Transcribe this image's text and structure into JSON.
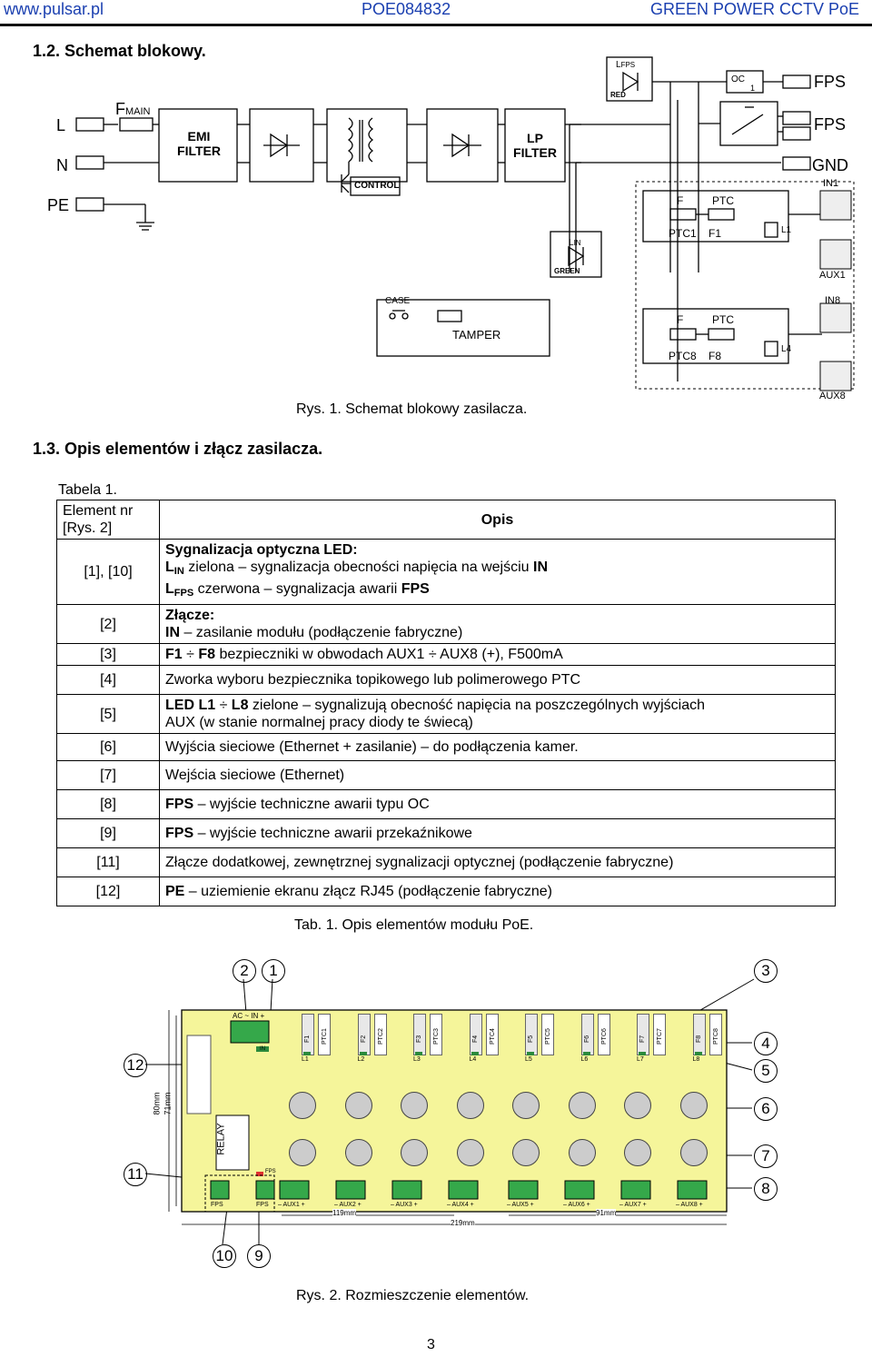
{
  "header": {
    "site": "www.pulsar.pl",
    "code": "POE084832",
    "brand": "GREEN POWER CCTV PoE"
  },
  "section_1_2": "1.2. Schemat blokowy.",
  "diagram1": {
    "inputs": [
      "L",
      "N",
      "PE"
    ],
    "fmain": "F",
    "fmain_sub": "MAIN",
    "emi": [
      "EMI",
      "FILTER"
    ],
    "lp": [
      "LP",
      "FILTER"
    ],
    "control": "CONTROL",
    "case": "CASE",
    "tamper": "TAMPER",
    "led_fps_label": "L",
    "led_fps_sub": "FPS",
    "led_fps_color": "RED",
    "led_in_label": "L",
    "led_in_sub": "IN",
    "led_in_color": "GREEN",
    "oc": "OC",
    "oc_num": "1",
    "outputs": [
      "FPS",
      "FPS",
      "GND"
    ],
    "ch1": {
      "f": "F",
      "ptc": "PTC",
      "ptcx": "PTC1",
      "fx": "F1",
      "l": "L1",
      "in": "IN1",
      "aux": "AUX1"
    },
    "ch8": {
      "f": "F",
      "ptc": "PTC",
      "ptcx": "PTC8",
      "fx": "F8",
      "l": "L4",
      "in": "IN8",
      "aux": "AUX8"
    },
    "caption": "Rys. 1. Schemat blokowy zasilacza."
  },
  "section_1_3": "1.3. Opis elementów i złącz zasilacza.",
  "table": {
    "title_lines": [
      "Tabela 1.",
      "Element nr",
      "[Rys. 2]"
    ],
    "opis": "Opis",
    "rows": [
      {
        "num": "[1], [10]",
        "l1": "Sygnalizacja optyczna LED:",
        "l2a": "L",
        "l2s": "IN",
        "l2b": " zielona – sygnalizacja obecności napięcia na wejściu ",
        "l2c": "IN",
        "l3a": "L",
        "l3s": "FPS",
        "l3b": " czerwona – sygnalizacja awarii ",
        "l3c": "FPS"
      },
      {
        "num": "[2]",
        "l1": "Złącze:",
        "l2a": "IN",
        "l2b": " – zasilanie modułu (podłączenie fabryczne)"
      },
      {
        "num": "[3]",
        "a": "F1",
        "b": " ÷ ",
        "c": "F8",
        "d": " bezpieczniki w obwodach AUX1 ÷ AUX8 (+), F500mA"
      },
      {
        "num": "[4]",
        "text": "Zworka wyboru bezpiecznika topikowego lub polimerowego PTC"
      },
      {
        "num": "[5]",
        "a": "LED L1",
        "b": " ÷ ",
        "c": "L8",
        "d": " zielone – sygnalizują obecność napięcia na poszczególnych wyjściach",
        "e": "AUX (w stanie normalnej pracy diody te świecą)"
      },
      {
        "num": "[6]",
        "text": "Wyjścia sieciowe (Ethernet + zasilanie) – do podłączenia kamer."
      },
      {
        "num": "[7]",
        "text": "Wejścia sieciowe (Ethernet)"
      },
      {
        "num": "[8]",
        "a": "FPS",
        "b": " – wyjście techniczne awarii typu OC"
      },
      {
        "num": "[9]",
        "a": "FPS",
        "b": " – wyjście techniczne awarii przekaźnikowe"
      },
      {
        "num": "[11]",
        "text": "Złącze dodatkowej, zewnętrznej sygnalizacji optycznej (podłączenie fabryczne)"
      },
      {
        "num": "[12]",
        "a": "PE",
        "b": " – uziemienie ekranu złącz RJ45 (podłączenie fabryczne)"
      }
    ],
    "caption": "Tab. 1. Opis elementów modułu PoE."
  },
  "board": {
    "callouts": {
      "c1": "1",
      "c2": "2",
      "c3": "3",
      "c4": "4",
      "c5": "5",
      "c6": "6",
      "c7": "7",
      "c8": "8",
      "c9": "9",
      "c10": "10",
      "c11": "11",
      "c12": "12"
    },
    "ac_in": "AC ~ IN +",
    "in_led": "IN",
    "relay": "RELAY",
    "fps_led": "FPS",
    "dim_80": "80mm",
    "dim_71": "71mm",
    "fuses": [
      "F1",
      "F2",
      "F3",
      "F4",
      "F5",
      "F6",
      "F7",
      "F8"
    ],
    "ptcs": [
      "PTC1",
      "PTC2",
      "PTC3",
      "PTC4",
      "PTC5",
      "PTC6",
      "PTC7",
      "PTC8"
    ],
    "leds": [
      "L1",
      "L2",
      "L3",
      "L4",
      "L5",
      "L6",
      "L7",
      "L8"
    ],
    "bottom_labels": [
      "FPS",
      "FPS",
      "– AUX1 +",
      "– AUX2 +",
      "– AUX3 +",
      "– AUX4 +",
      "– AUX5 +",
      "– AUX6 +",
      "– AUX7 +",
      "– AUX8 +"
    ],
    "dim_119": "119mm",
    "dim_91": "91mm",
    "dim_219": "219mm",
    "pcb_color": "#f5f59a"
  },
  "caption2": "Rys. 2. Rozmieszczenie elementów.",
  "page_number": "3"
}
